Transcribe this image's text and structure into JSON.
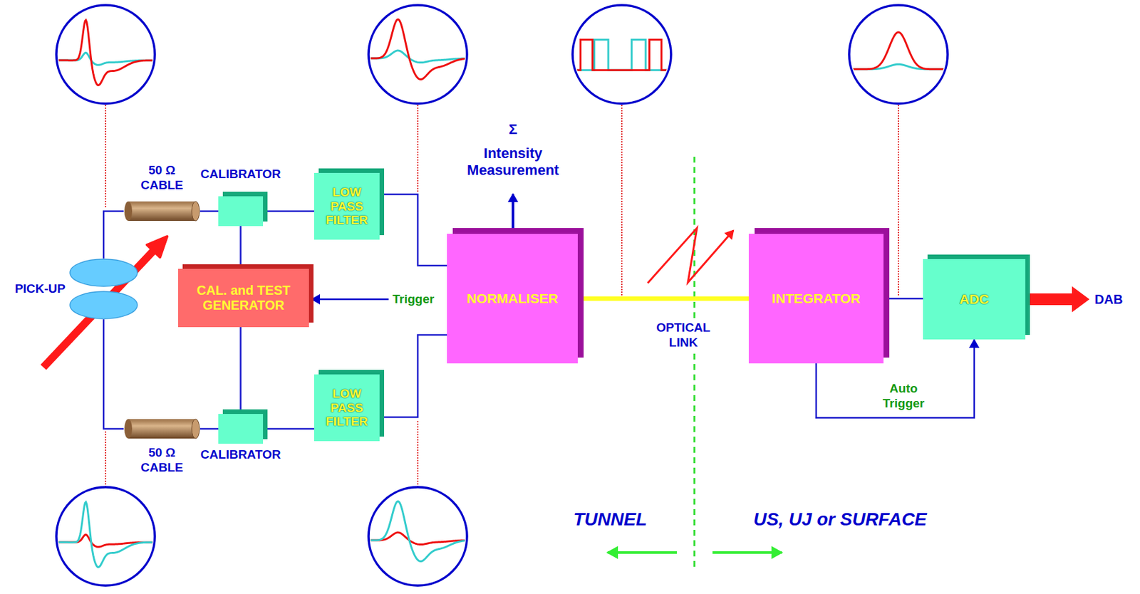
{
  "diagram": {
    "nodes": [
      {
        "text": [
          "PICK-UP"
        ]
      },
      {
        "text": [
          "50 Ω CABLE"
        ]
      },
      {
        "text": [
          "CALIBRATOR"
        ]
      },
      {
        "text": [
          "LOW PASS FILTER"
        ]
      },
      {
        "text": [
          "CAL. and TEST GENERATOR"
        ]
      },
      {
        "text": [
          "NORMALISER"
        ]
      },
      {
        "text": [
          "INTEGRATOR"
        ]
      },
      {
        "text": [
          "ADC"
        ]
      },
      {
        "text": [
          "50 Ω CABLE"
        ]
      },
      {
        "text": [
          "CALIBRATOR"
        ]
      },
      {
        "text": [
          "LOW PASS FILTER"
        ]
      }
    ],
    "edges": [
      {
        "from": 0,
        "to": 1,
        "arrow": "none"
      },
      {
        "from": 1,
        "to": 2,
        "arrow": "none"
      },
      {
        "from": 2,
        "to": 3,
        "arrow": "none"
      },
      {
        "from": 3,
        "to": 5,
        "arrow": "none"
      },
      {
        "from": 4,
        "to": 2,
        "arrow": "none"
      },
      {
        "from": 4,
        "to": 9,
        "arrow": "none"
      },
      {
        "from": 0,
        "to": 8,
        "arrow": "none"
      },
      {
        "from": 8,
        "to": 9,
        "arrow": "none"
      },
      {
        "from": 9,
        "to": 10,
        "arrow": "none"
      },
      {
        "from": 10,
        "to": 5,
        "arrow": "none"
      },
      {
        "from": 5,
        "to": 6,
        "label": "OPTICAL LINK",
        "arrow": "none"
      },
      {
        "from": 6,
        "to": 7,
        "arrow": "none"
      },
      {
        "from": 6,
        "to": 7,
        "label": "Auto Trigger",
        "arrow": "to"
      }
    ],
    "labels": [
      "Σ",
      "Intensity Measurement",
      "Trigger",
      "DAB",
      "TUNNEL",
      "US, UJ or SURFACE"
    ]
  }
}
